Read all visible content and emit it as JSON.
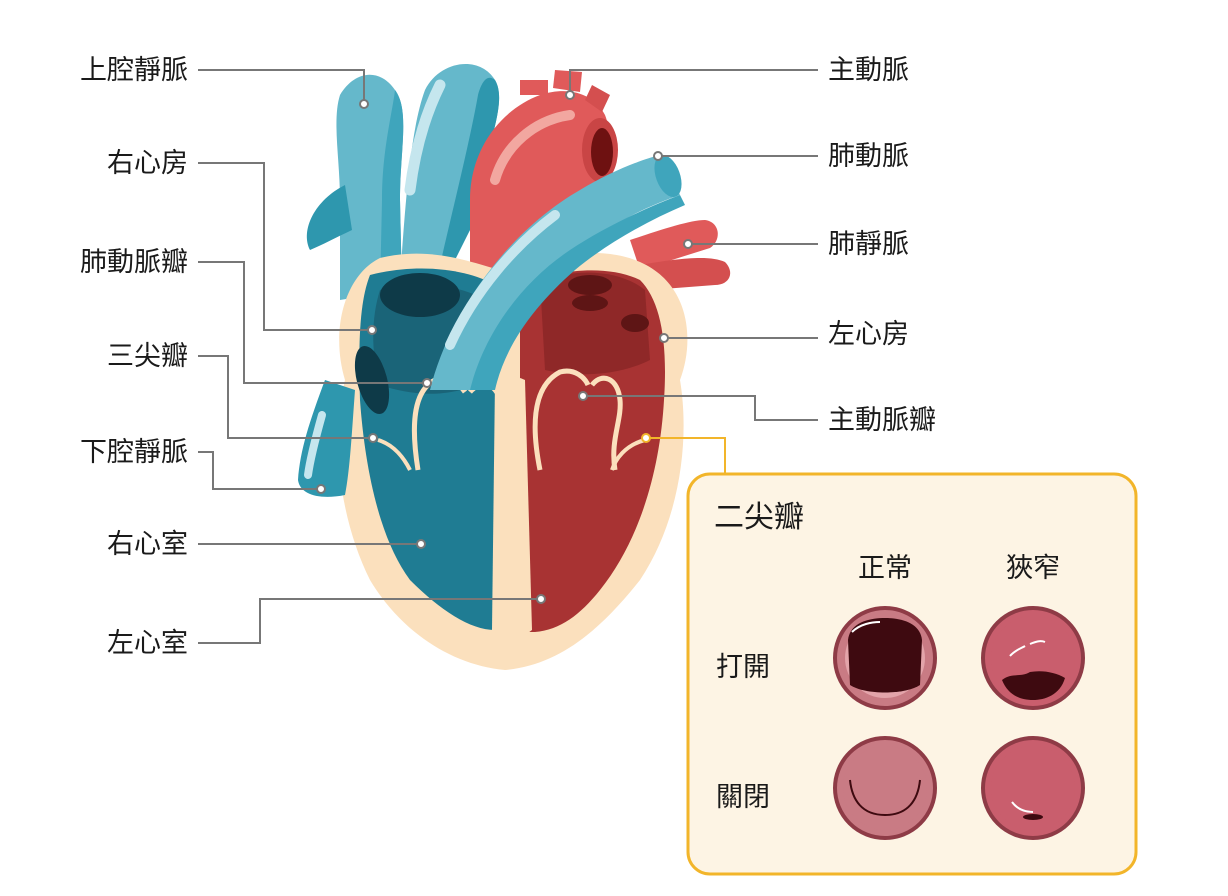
{
  "labels_left": {
    "superior_vena_cava": "上腔靜脈",
    "right_atrium": "右心房",
    "pulmonary_valve": "肺動脈瓣",
    "tricuspid_valve": "三尖瓣",
    "inferior_vena_cava": "下腔靜脈",
    "right_ventricle": "右心室",
    "left_ventricle": "左心室"
  },
  "labels_right": {
    "aorta": "主動脈",
    "pulmonary_artery": "肺動脈",
    "pulmonary_vein": "肺靜脈",
    "left_atrium": "左心房",
    "aortic_valve": "主動脈瓣"
  },
  "inset": {
    "title": "二尖瓣",
    "col_normal": "正常",
    "col_stenosis": "狹窄",
    "row_open": "打開",
    "row_closed": "關閉"
  },
  "colors": {
    "vein_blue": "#65b8cb",
    "vein_dark": "#2e97ae",
    "artery_red": "#e05a5a",
    "artery_dark": "#a83333",
    "wall_cream": "#fbe0bd",
    "inset_border": "#f2b52a",
    "inset_fill": "#fdf4e4",
    "leader": "#777777"
  }
}
